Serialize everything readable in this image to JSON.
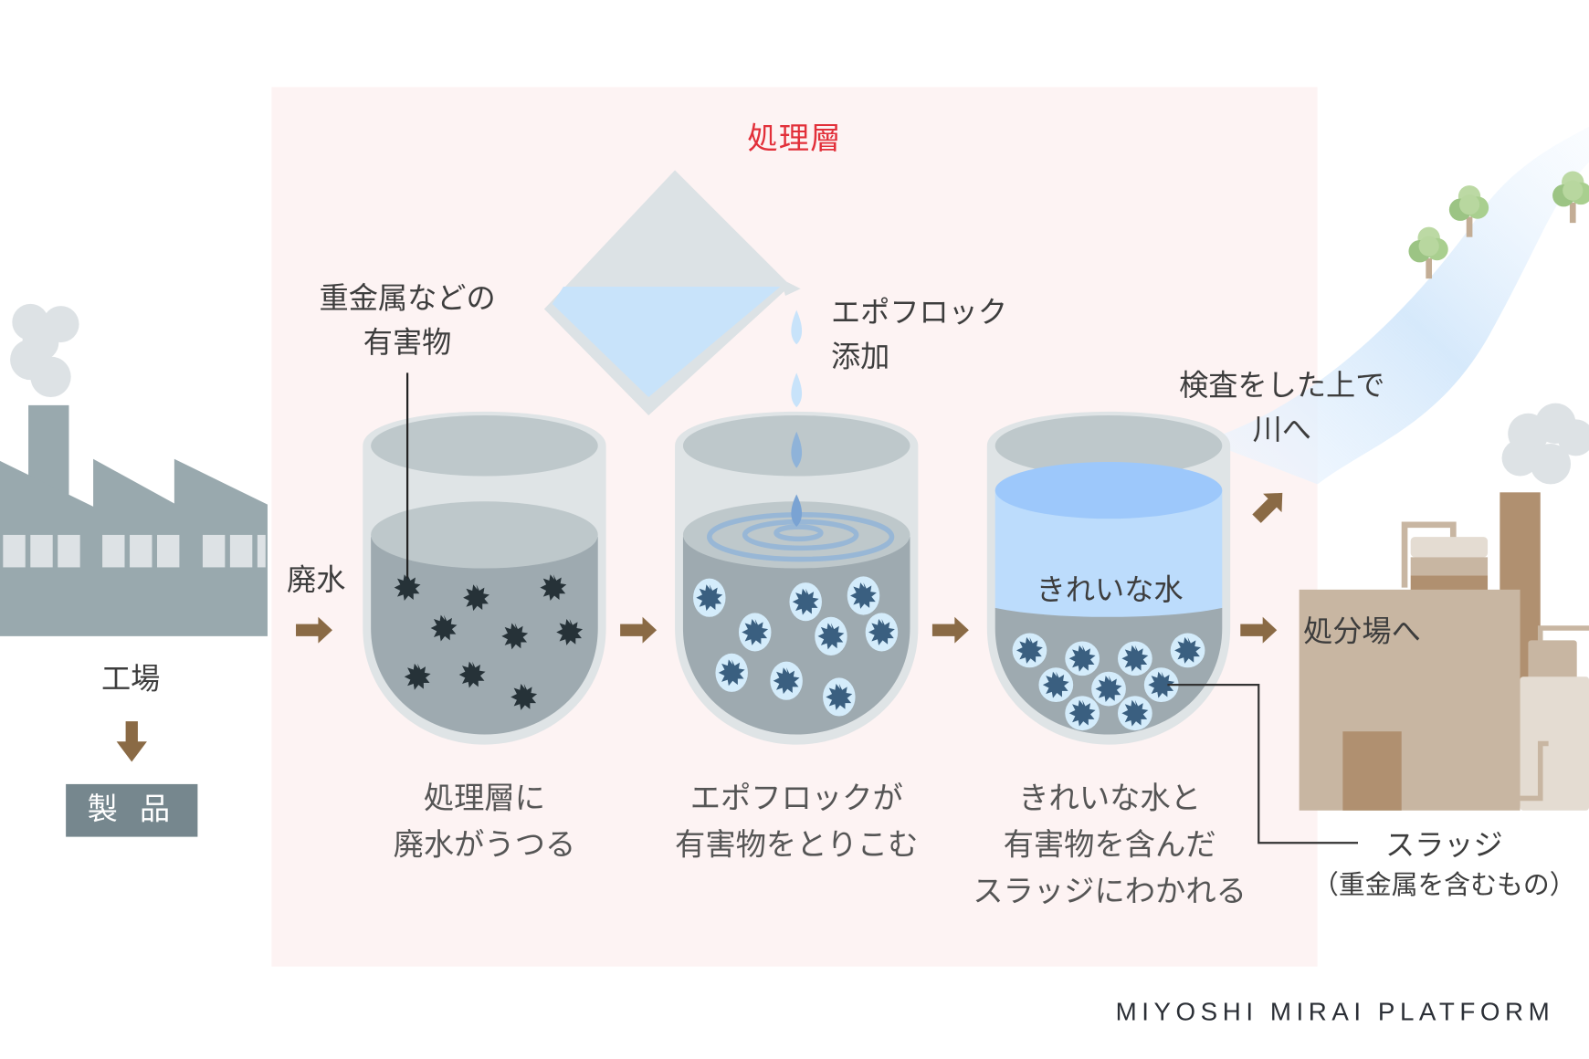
{
  "diagram": {
    "panel_title": "処理層",
    "colors": {
      "panel_bg": "#fdf3f3",
      "title_red": "#e2303a",
      "factory_gray": "#99a9ae",
      "arrow_brown": "#8a6a45",
      "tank_glass": "#dfe4e6",
      "dirty_water": "#9eaab0",
      "clean_water": "#bcdcfc",
      "particle_dark": "#263238",
      "particle_blue": "#3a5f80",
      "disposal_tan": "#c8b6a2",
      "tree_green": "#9cc484"
    },
    "factory": {
      "label": "工場",
      "product_label": "製 品",
      "outflow_label": "廃水"
    },
    "annotations": {
      "harmful": "重金属などの\n有害物",
      "epofloc_add": "エポフロック\n添加",
      "clean_water": "きれいな水",
      "to_river": "検査をした上で\n川へ",
      "to_disposal": "処分場へ",
      "sludge": "スラッジ",
      "sludge_note": "（重金属を含むもの）"
    },
    "steps": [
      {
        "caption": "処理層に\n廃水がうつる"
      },
      {
        "caption": "エポフロックが\n有害物をとりこむ"
      },
      {
        "caption": "きれいな水と\n有害物を含んだ\nスラッジにわかれる"
      }
    ],
    "footer_brand": "MIYOSHI MIRAI PLATFORM"
  }
}
